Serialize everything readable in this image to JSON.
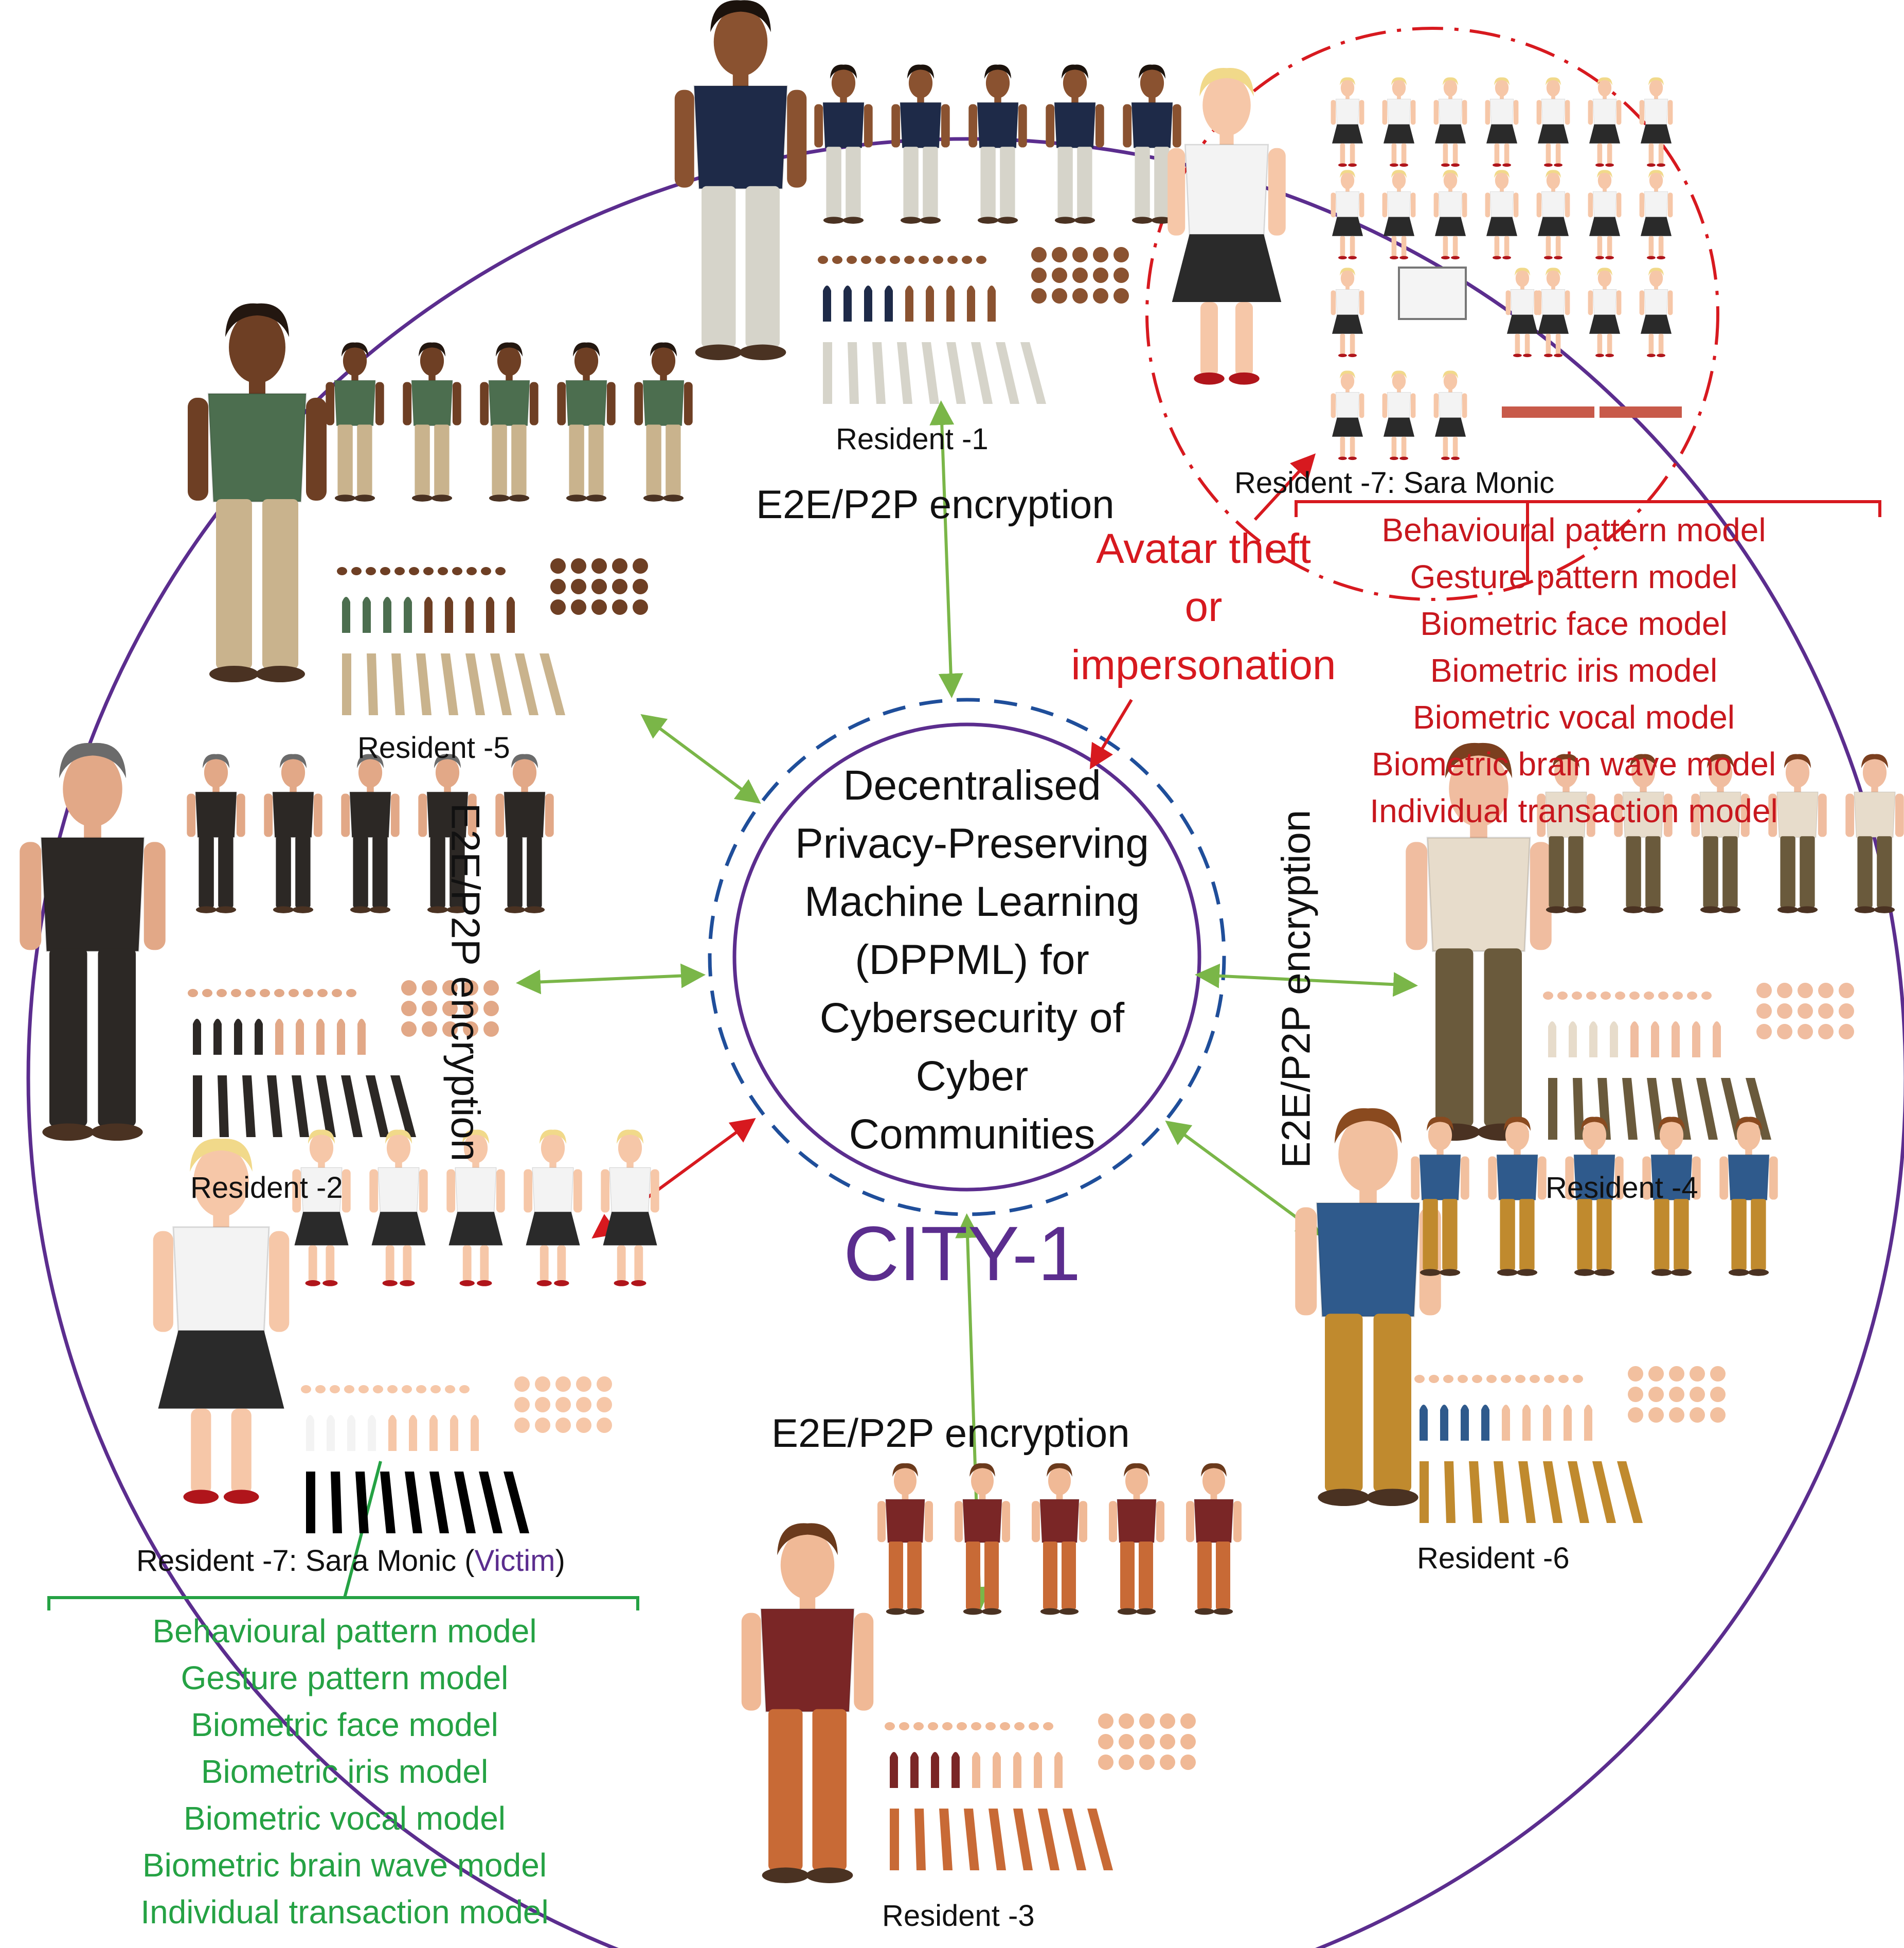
{
  "center": {
    "lines": [
      "Decentralised",
      "Privacy-Preserving",
      "Machine Learning",
      "(DPPML) for",
      "Cybersecurity of",
      "Cyber",
      "Communities"
    ]
  },
  "city_label": "CITY-1",
  "encryption_label": "E2E/P2P encryption",
  "residents": [
    {
      "id": "r1",
      "label": "Resident -1",
      "skin": "#8a5230",
      "shirt": "#1e2a48",
      "pants": "#d6d4ca",
      "hair": "#1b120c"
    },
    {
      "id": "r5",
      "label": "Resident -5",
      "skin": "#6e3f24",
      "shirt": "#4c6e4f",
      "pants": "#c9b38d",
      "hair": "#231710"
    },
    {
      "id": "r2",
      "label": "Resident -2",
      "skin": "#e2a887",
      "shirt": "#2c2825",
      "pants": "#2c2825",
      "hair": "#6b6b6b"
    },
    {
      "id": "r4",
      "label": "Resident -4",
      "skin": "#f0bda0",
      "shirt": "#e7dccb",
      "pants": "#6a5a3c",
      "hair": "#7b3f1f"
    },
    {
      "id": "r6",
      "label": "Resident -6",
      "skin": "#f2c09f",
      "shirt": "#2f5a8c",
      "pants": "#c08a2e",
      "hair": "#8a4a1f"
    },
    {
      "id": "r3",
      "label": "Resident -3",
      "skin": "#f0b996",
      "shirt": "#7a2626",
      "pants": "#c86a36",
      "hair": "#6b3a1c"
    }
  ],
  "victim": {
    "label_prefix": "Resident -7: Sara Monic (",
    "label_tag": "Victim",
    "label_suffix": ")",
    "attacker_label": "Resident -7: Sara Monic",
    "skin": "#f6c7a8",
    "shirt": "#f3f3f3",
    "skirt": "#2a2a2a",
    "hair": "#f1d98a"
  },
  "attack": {
    "lines": [
      "Avatar theft",
      "or",
      "impersonation"
    ]
  },
  "models": [
    "Behavioural pattern model",
    "Gesture  pattern model",
    "Biometric face model",
    "Biometric iris model",
    "Biometric vocal model",
    "Biometric brain wave model",
    "Individual transaction model"
  ],
  "models_victim": [
    "Behavioural pattern model",
    "Gesture pattern model",
    "Biometric face model",
    "Biometric iris model",
    "Biometric vocal model",
    "Biometric brain wave model",
    "Individual transaction model"
  ],
  "colors": {
    "outer_ring": "#5b2d8e",
    "dashed_ring": "#1f4e9a",
    "secure_arrow": "#7ab648",
    "attack_arrow": "#d7191f",
    "attack_text": "#c8171e",
    "victim_models": "#25a244"
  }
}
